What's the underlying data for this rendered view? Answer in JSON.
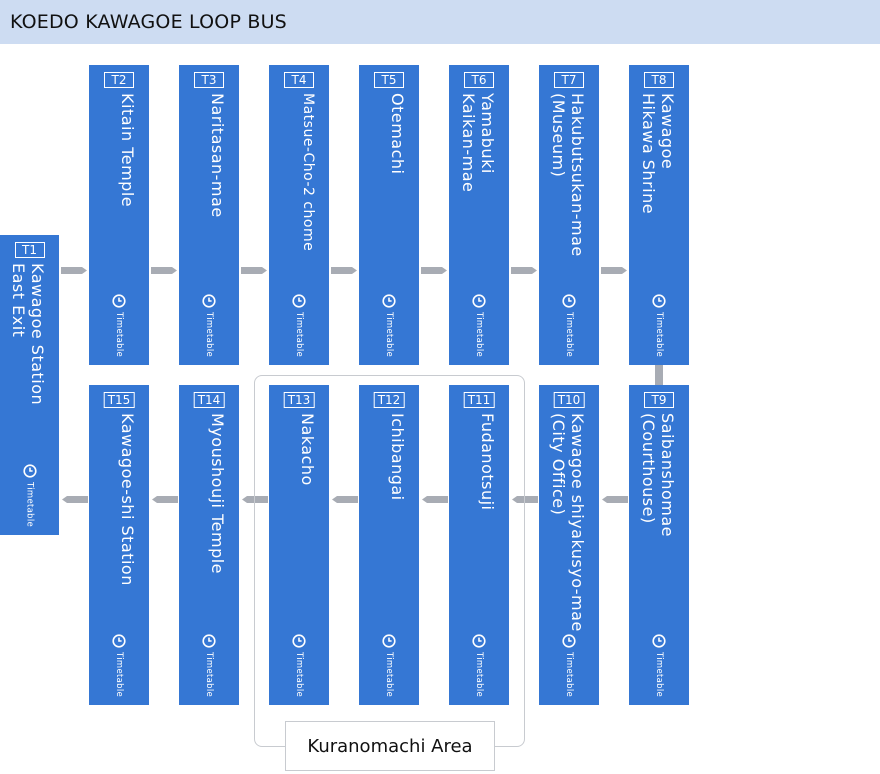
{
  "header": {
    "title": "KOEDO KAWAGOE LOOP BUS"
  },
  "timetable_label": "Timetable",
  "area_label": "Kuranomachi Area",
  "colors": {
    "stop_bg": "#3577d4",
    "header_bg": "#cddcf2",
    "arrow": "#a8acb4"
  },
  "icons": {
    "timetable": "clock-icon",
    "direction": "chevron-arrow-icon"
  },
  "stops": [
    {
      "code": "T1",
      "name": "Kawagoe Station\nEast Exit"
    },
    {
      "code": "T2",
      "name": "Kitain Temple"
    },
    {
      "code": "T3",
      "name": "Naritasan-mae"
    },
    {
      "code": "T4",
      "name": "Matsue-Cho-2 chome"
    },
    {
      "code": "T5",
      "name": "Otemachi"
    },
    {
      "code": "T6",
      "name": "Yamabuki\nKaikan-mae"
    },
    {
      "code": "T7",
      "name": "Hakubutsukan-mae\n(Museum)"
    },
    {
      "code": "T8",
      "name": "Kawagoe\nHikawa Shrine"
    },
    {
      "code": "T9",
      "name": "Saibanshomae\n(Courthouse)"
    },
    {
      "code": "T10",
      "name": "Kawagoe shiyakusyo-mae\n(City Office)"
    },
    {
      "code": "T11",
      "name": "Fudanotsuji"
    },
    {
      "code": "T12",
      "name": "Ichibangai"
    },
    {
      "code": "T13",
      "name": "Nakacho"
    },
    {
      "code": "T14",
      "name": "Myoushouji Temple"
    },
    {
      "code": "T15",
      "name": "Kawagoe-shi Station"
    }
  ]
}
